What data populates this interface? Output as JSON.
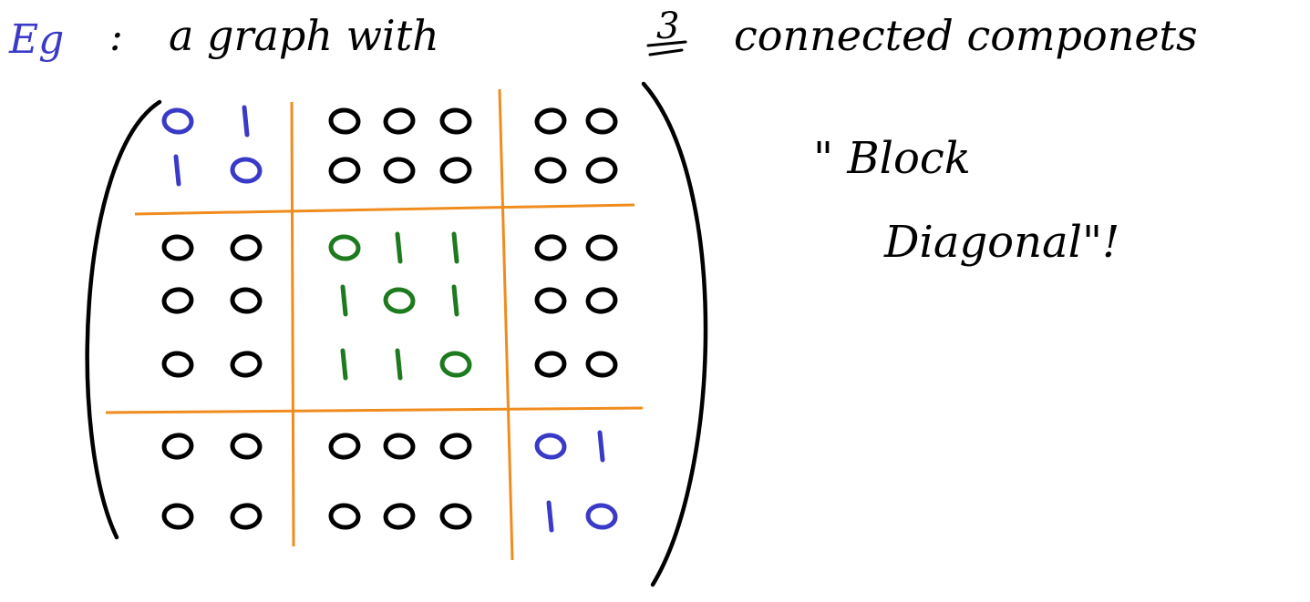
{
  "heading": {
    "prefix": "Eg",
    "colon": ":",
    "text_before_number": "a graph with",
    "number": "3",
    "text_after_number": "connected componets"
  },
  "note": {
    "line1": "\" Block",
    "line2": "Diagonal\"!"
  },
  "matrix": {
    "rows": [
      [
        "0",
        "1",
        "0",
        "0",
        "0",
        "0",
        "0"
      ],
      [
        "1",
        "0",
        "0",
        "0",
        "0",
        "0",
        "0"
      ],
      [
        "0",
        "0",
        "0",
        "1",
        "1",
        "0",
        "0"
      ],
      [
        "0",
        "0",
        "1",
        "0",
        "1",
        "0",
        "0"
      ],
      [
        "0",
        "0",
        "1",
        "1",
        "0",
        "0",
        "0"
      ],
      [
        "0",
        "0",
        "0",
        "0",
        "0",
        "0",
        "1"
      ],
      [
        "0",
        "0",
        "0",
        "0",
        "0",
        "1",
        "0"
      ]
    ],
    "blocks": [
      {
        "rows": [
          0,
          1
        ],
        "cols": [
          0,
          1
        ],
        "color": "#3a3ac8"
      },
      {
        "rows": [
          2,
          3,
          4
        ],
        "cols": [
          2,
          3,
          4
        ],
        "color": "#1e7a1e"
      },
      {
        "rows": [
          5,
          6
        ],
        "cols": [
          5,
          6
        ],
        "color": "#3a3ac8"
      }
    ]
  },
  "colors": {
    "ink": "#000000",
    "blue": "#3a3ac8",
    "green": "#1e7a1e",
    "orange": "#f08c1e",
    "background": "#ffffff"
  }
}
